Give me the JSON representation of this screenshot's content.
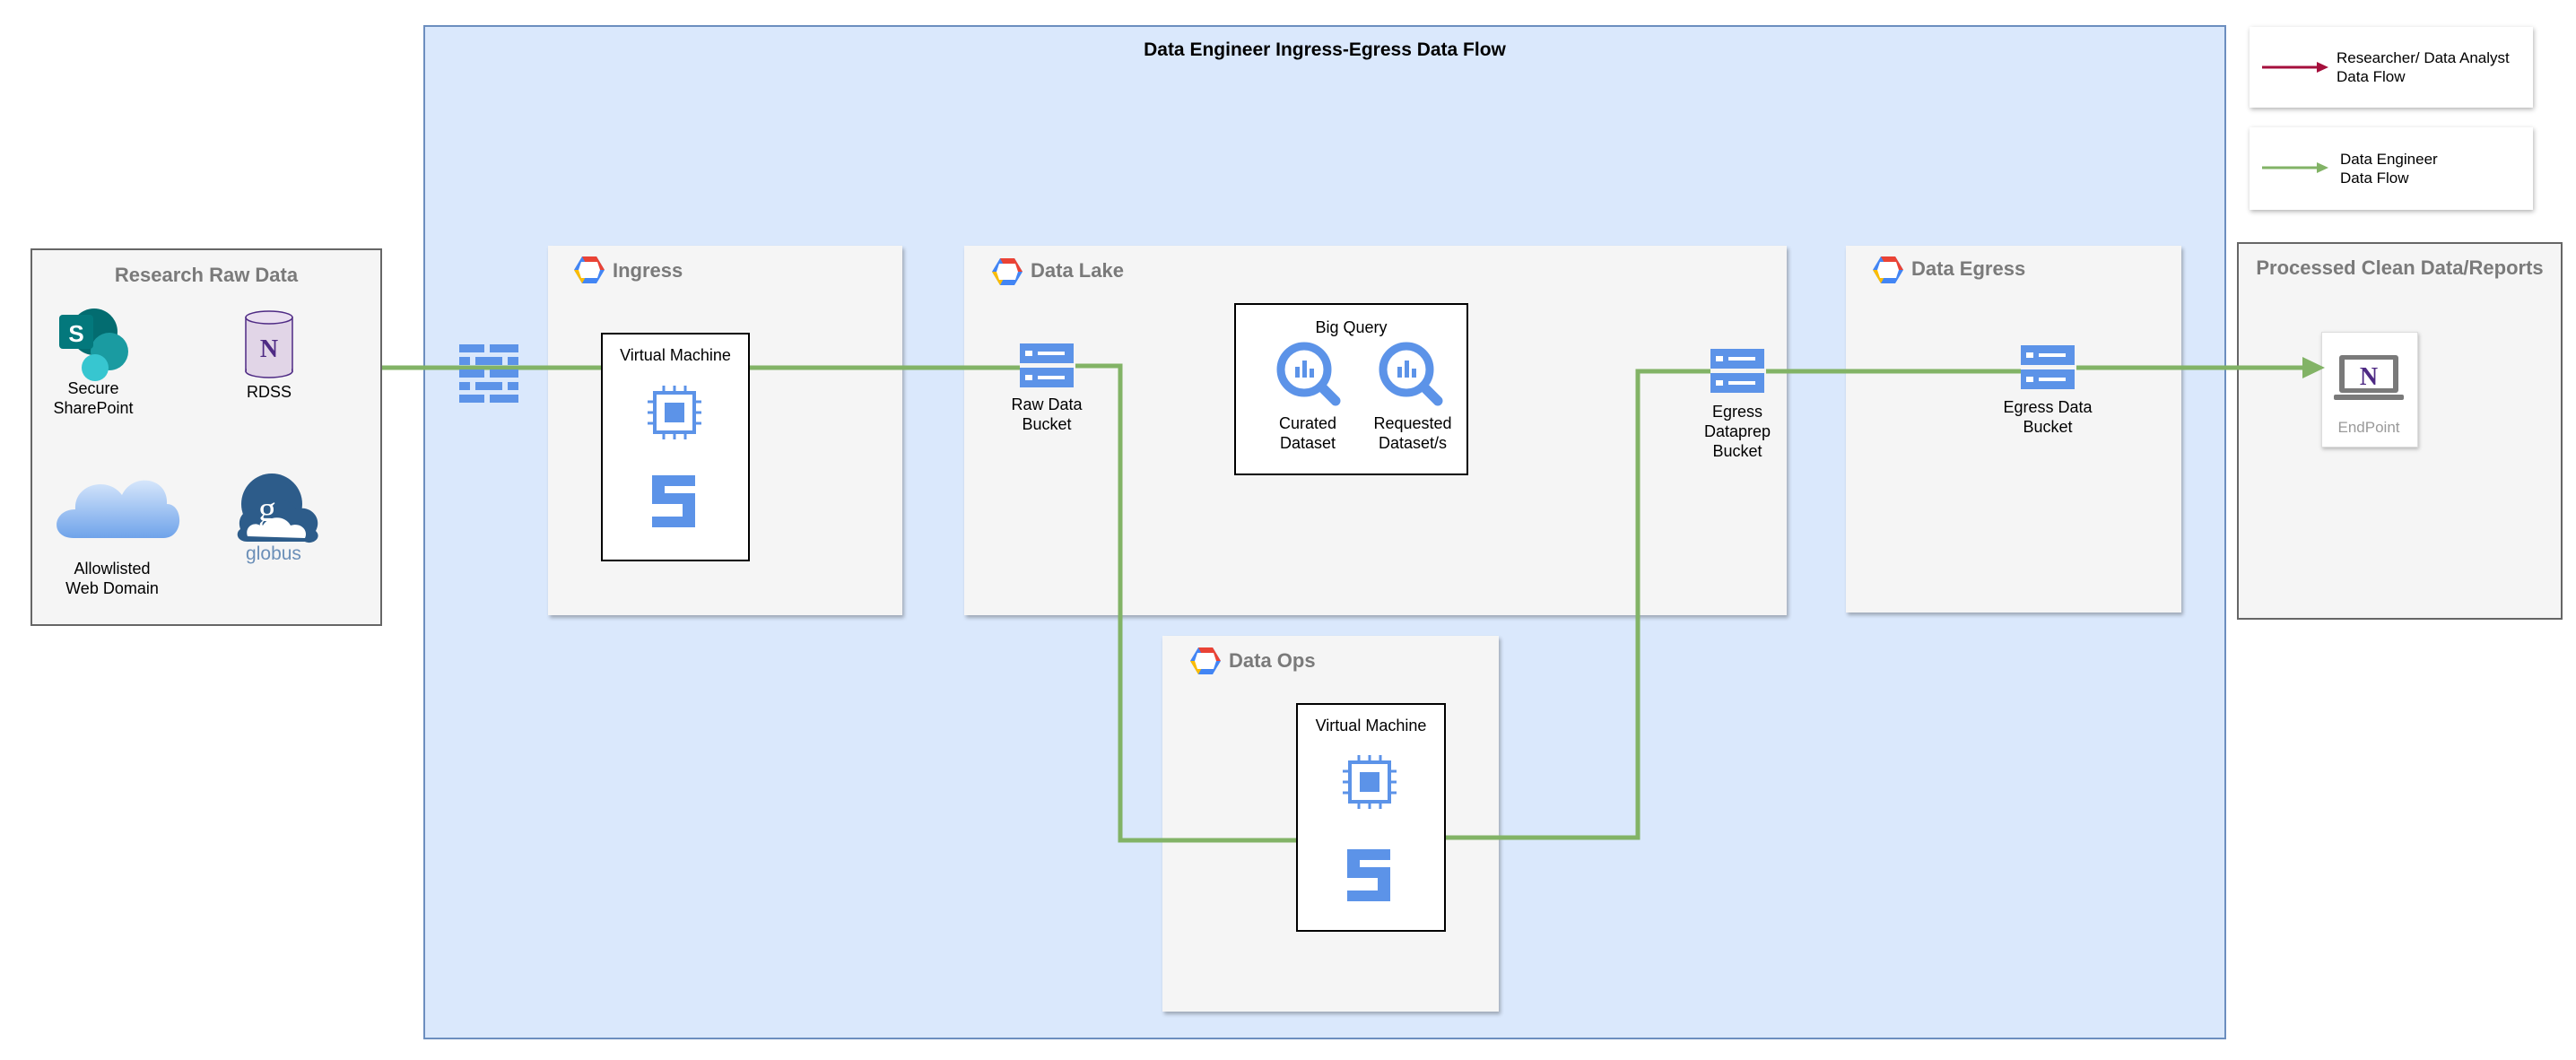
{
  "title": "Data Engineer Ingress-Egress Data Flow",
  "legend": {
    "researcher": {
      "line1": "Researcher/ Data Analyst",
      "line2": "Data Flow",
      "color": "#a50f3c"
    },
    "engineer": {
      "line1": "Data Engineer",
      "line2": "Data Flow",
      "color": "#82b366"
    }
  },
  "sources": {
    "title": "Research Raw Data",
    "sharepoint": {
      "line1": "Secure",
      "line2": "SharePoint"
    },
    "rdss": "RDSS",
    "web": {
      "line1": "Allowlisted",
      "line2": "Web Domain"
    },
    "globus": "globus"
  },
  "ingress": {
    "title": "Ingress",
    "vm_title": "Virtual Machine"
  },
  "lake": {
    "title": "Data Lake",
    "raw_bucket": {
      "line1": "Raw Data",
      "line2": "Bucket"
    },
    "bigquery": {
      "title": "Big Query",
      "curated": {
        "line1": "Curated",
        "line2": "Dataset"
      },
      "requested": {
        "line1": "Requested",
        "line2": "Dataset/s"
      }
    },
    "dataprep": {
      "line1": "Egress",
      "line2": "Dataprep",
      "line3": "Bucket"
    }
  },
  "ops": {
    "title": "Data Ops",
    "vm_title": "Virtual Machine"
  },
  "egress": {
    "title": "Data Egress",
    "bucket": {
      "line1": "Egress Data",
      "line2": "Bucket"
    }
  },
  "processed": {
    "title": "Processed Clean Data/Reports",
    "endpoint": "EndPoint"
  },
  "colors": {
    "region_fill": "#dae8fc",
    "region_border": "#6c8ebf",
    "flow_line": "#82b366",
    "gcp_blue": "#5c93e8"
  }
}
